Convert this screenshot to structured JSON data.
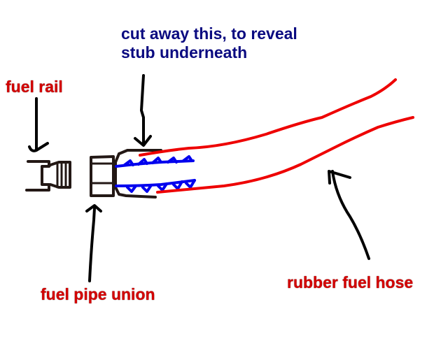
{
  "labels": {
    "cut_away": [
      "cut away this, to reveal",
      "stub underneath"
    ],
    "fuel_rail": "fuel rail",
    "fuel_pipe_union": "fuel pipe union",
    "rubber_fuel_hose": "rubber fuel hose"
  },
  "colors": {
    "outline": "#231815",
    "hose": "#ee0000",
    "stub": "#0000ee",
    "arrow": "#000000",
    "label_red": "#d40000",
    "label_navy": "#0a0a80",
    "background": "#ffffff"
  }
}
